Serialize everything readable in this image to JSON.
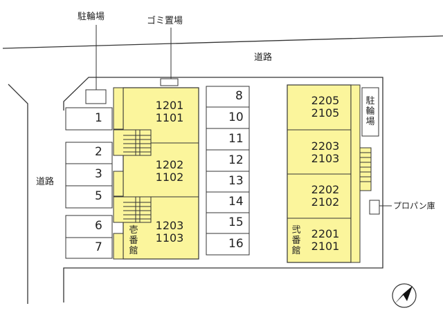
{
  "labels": {
    "bike_parking_top": "駐輪場",
    "garbage": "ゴミ置場",
    "road_top": "道路",
    "road_left": "道路",
    "bike_parking_right": "駐輪場",
    "propane": "プロパン庫",
    "building_1": "壱番館",
    "building_2": "弐番館"
  },
  "parking_left": [
    "1",
    "2",
    "3",
    "5",
    "6",
    "7"
  ],
  "parking_center": [
    "8",
    "10",
    "11",
    "12",
    "13",
    "14",
    "15",
    "16"
  ],
  "building_1_units": [
    {
      "top": "1201",
      "bottom": "1101"
    },
    {
      "top": "1202",
      "bottom": "1102"
    },
    {
      "top": "1203",
      "bottom": "1103"
    }
  ],
  "building_2_units": [
    {
      "top": "2205",
      "bottom": "2105"
    },
    {
      "top": "2203",
      "bottom": "2103"
    },
    {
      "top": "2202",
      "bottom": "2102"
    },
    {
      "top": "2201",
      "bottom": "2101"
    }
  ],
  "colors": {
    "building": "#fbf59c",
    "line": "#333333"
  },
  "icons": {
    "north_arrow": "north-arrow-icon"
  }
}
